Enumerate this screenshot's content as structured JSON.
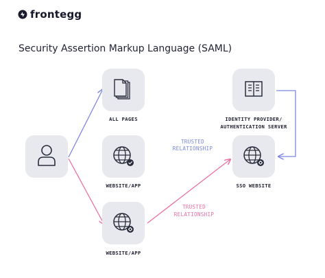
{
  "brand": {
    "name": "frontegg",
    "colors": {
      "mark": "#1a1c2e",
      "text": "#15172a"
    }
  },
  "title": "Security Assertion Markup Language (SAML)",
  "nodes": {
    "user": {
      "icon": "user-icon"
    },
    "all_pages": {
      "label": "ALL PAGES",
      "icon": "documents-icon"
    },
    "website_app_top": {
      "label": "WEBSITE/APP",
      "icon": "globe-check-icon"
    },
    "website_app_bottom": {
      "label": "WEBSITE/APP",
      "icon": "globe-gear-icon"
    },
    "identity_provider": {
      "label_line1": "IDENTITY PROVIDER/",
      "label_line2": "AUTHENTICATION SERVER",
      "icon": "book-icon"
    },
    "sso_website": {
      "label": "SSO WEBSITE",
      "icon": "globe-gear-icon"
    }
  },
  "relationships": {
    "blue": {
      "line1": "TRUSTED",
      "line2": "RELATIONSHIP"
    },
    "pink": {
      "line1": "TRUSTED",
      "line2": "RELATIONSHIP"
    }
  },
  "colors": {
    "blue_arrow": "#7b86e0",
    "pink_arrow": "#ec6fa3",
    "box": "#e8e9ee",
    "icon": "#2a2c3c"
  }
}
